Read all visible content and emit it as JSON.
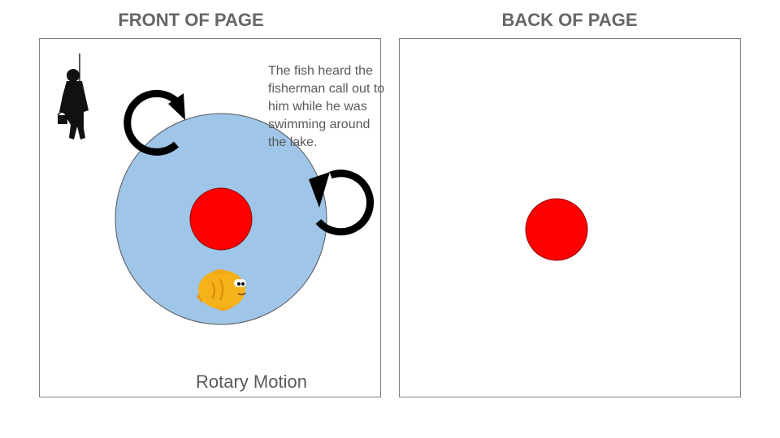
{
  "front": {
    "heading": "FRONT OF PAGE",
    "story": "The fish heard the fisherman call out to him while he was swimming around the lake.",
    "caption": "Rotary Motion"
  },
  "back": {
    "heading": "BACK OF PAGE"
  },
  "colors": {
    "lake": "#9fc5e8",
    "dot": "#ff0000",
    "fish": "#f6b21b",
    "arrows": "#000000",
    "text": "#595959",
    "heading": "#666666"
  },
  "icons": [
    "fisherman-icon",
    "clockwise-arrow-icon",
    "counterclockwise-arrow-icon",
    "fish-icon"
  ]
}
